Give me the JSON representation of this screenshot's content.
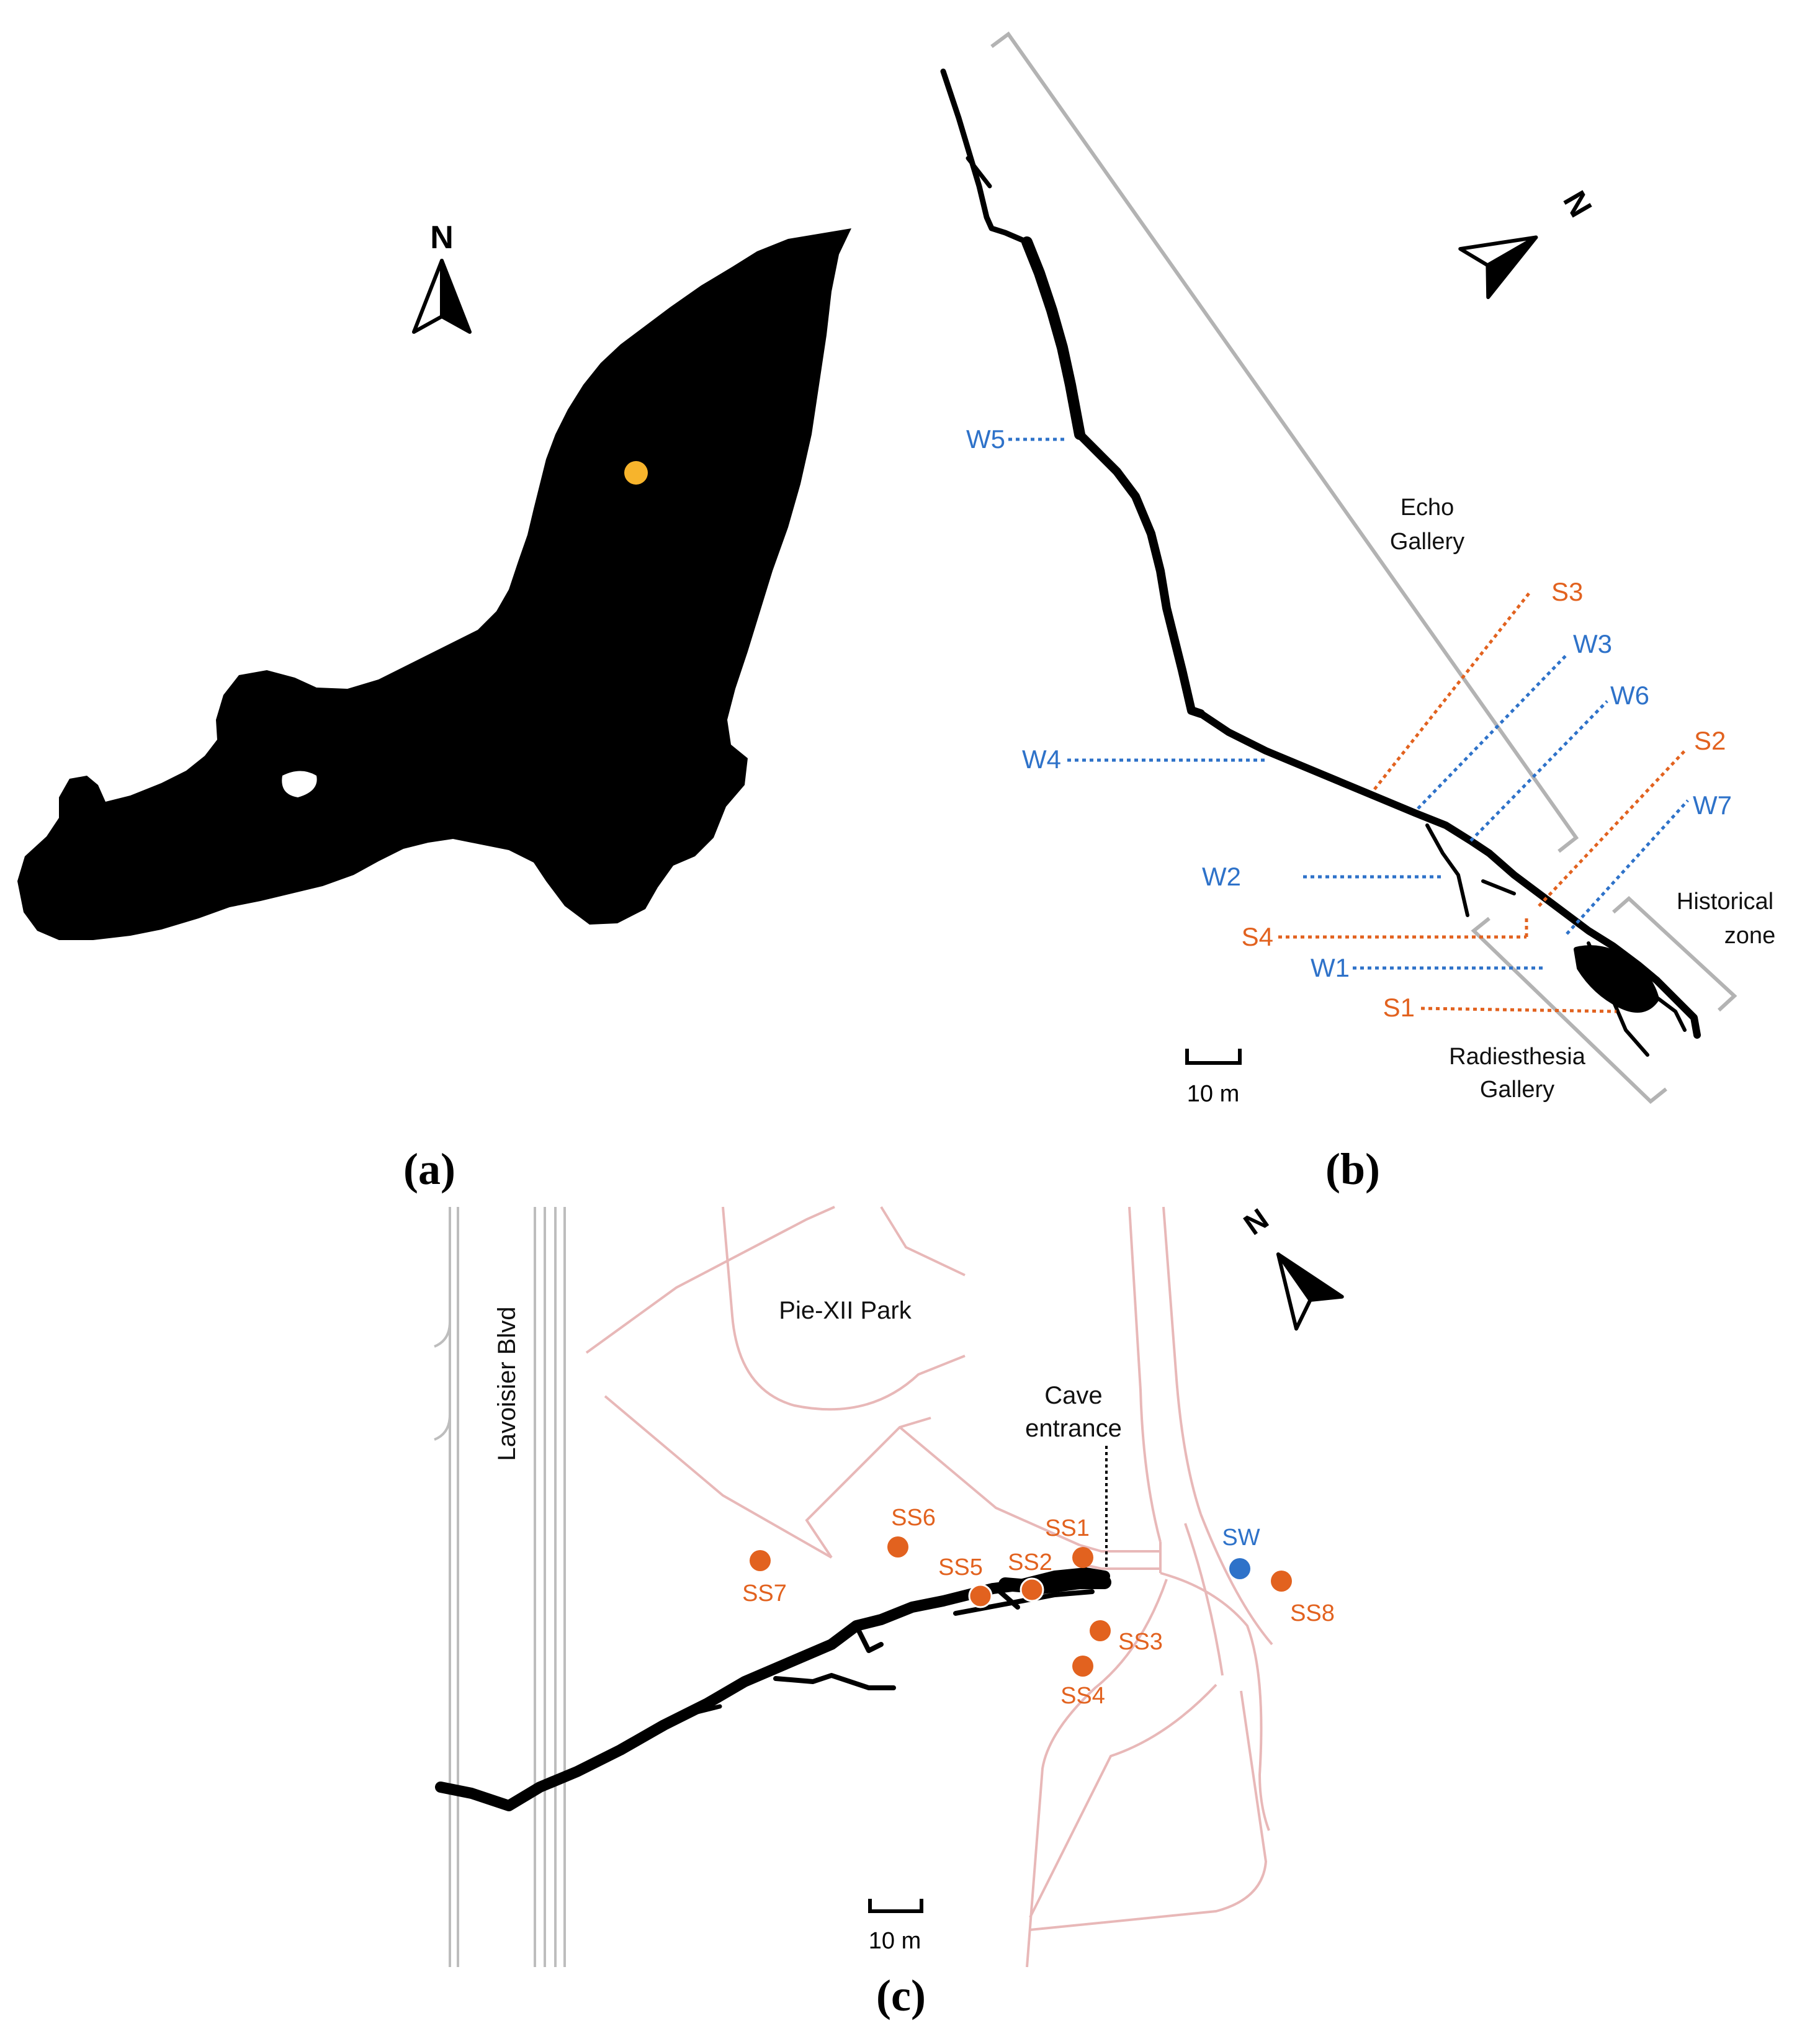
{
  "colors": {
    "cave": "#000000",
    "orange": "#e2621f",
    "blue": "#2e72c9",
    "yellow": "#f7b42c",
    "bracket": "#b3b3b3",
    "street": "#e8b8b8",
    "road": "#bdbdbd"
  },
  "panel_a": {
    "caption": "(a)",
    "north_label": "N"
  },
  "panel_b": {
    "caption": "(b)",
    "north_label": "N",
    "scale_label": "10 m",
    "zones": {
      "echo_line1": "Echo",
      "echo_line2": "Gallery",
      "historical_line1": "Historical",
      "historical_line2": "zone",
      "radiesthesia_line1": "Radiesthesia",
      "radiesthesia_line2": "Gallery"
    },
    "sites": {
      "W5": "W5",
      "W4": "W4",
      "W2": "W2",
      "W1": "W1",
      "W3": "W3",
      "W6": "W6",
      "W7": "W7",
      "S3": "S3",
      "S2": "S2",
      "S4": "S4",
      "S1": "S1"
    }
  },
  "panel_c": {
    "caption": "(c)",
    "north_label": "N",
    "scale_label": "10 m",
    "street_label": "Lavoisier Blvd",
    "park_label": "Pie-XII Park",
    "entrance_line1": "Cave",
    "entrance_line2": "entrance",
    "samples": {
      "SS1": "SS1",
      "SS2": "SS2",
      "SS3": "SS3",
      "SS4": "SS4",
      "SS5": "SS5",
      "SS6": "SS6",
      "SS7": "SS7",
      "SS8": "SS8",
      "SW": "SW"
    }
  }
}
